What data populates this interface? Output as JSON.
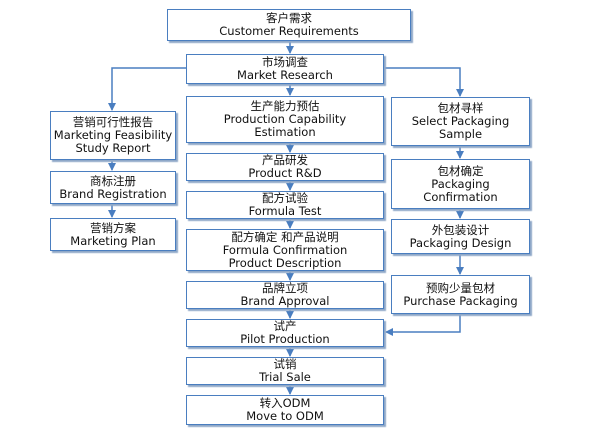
{
  "boxes": {
    "customer": {
      "zh": "客户需求",
      "en": [
        "Customer Requirements"
      ]
    },
    "market": {
      "zh": "市场调查",
      "en": [
        "Market Research"
      ]
    },
    "feasibility": {
      "zh": "营销可行性报告",
      "en": [
        "Marketing Feasibility",
        "Study Report"
      ]
    },
    "brandreg": {
      "zh": "商标注册",
      "en": [
        "Brand Registration"
      ]
    },
    "mktplan": {
      "zh": "营销方案",
      "en": [
        "Marketing Plan"
      ]
    },
    "capability": {
      "zh": "生产能力预估",
      "en": [
        "Production Capability",
        "Estimation"
      ]
    },
    "rnd": {
      "zh": "产品研发",
      "en": [
        "Product R&D"
      ]
    },
    "formula": {
      "zh": "配方试验",
      "en": [
        "Formula Test"
      ]
    },
    "confirm": {
      "zh": "配方确定 和产品说明",
      "en": [
        "Formula Confirmation",
        "Product Description"
      ]
    },
    "approval": {
      "zh": "品牌立项",
      "en": [
        "Brand Approval"
      ]
    },
    "pilot": {
      "zh": "试产",
      "en": [
        "Pilot Production"
      ]
    },
    "trial": {
      "zh": "试销",
      "en": [
        "Trial Sale"
      ]
    },
    "odm": {
      "zh": "转入ODM",
      "en": [
        "Move to ODM"
      ]
    },
    "sample": {
      "zh": "包材寻样",
      "en": [
        "Select Packaging",
        "Sample"
      ]
    },
    "pkgconfirm": {
      "zh": "包材确定",
      "en": [
        "Packaging",
        "Confirmation"
      ]
    },
    "pkgdesign": {
      "zh": "外包装设计",
      "en": [
        "Packaging Design"
      ]
    },
    "purchase": {
      "zh": "预购少量包材",
      "en": [
        "Purchase Packaging"
      ]
    }
  },
  "colors": {
    "border": "#4a7ec0",
    "line": "#4a7ec0",
    "shadow": "#8fa8c8"
  }
}
